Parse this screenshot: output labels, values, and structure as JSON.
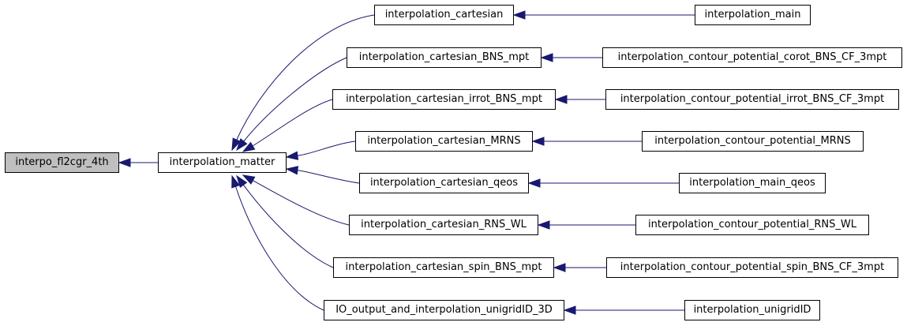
{
  "colors": {
    "edge": "#191970",
    "root_fill": "#bfbfbf",
    "node_fill": "#ffffff",
    "border": "#000000"
  },
  "nodes": {
    "root": "interpo_fl2cgr_4th",
    "matter": "interpolation_matter",
    "cartesian": "interpolation_cartesian",
    "main": "interpolation_main",
    "cart_bns_mpt": "interpolation_cartesian_BNS_mpt",
    "corot": "interpolation_contour_potential_corot_BNS_CF_3mpt",
    "cart_irrot": "interpolation_cartesian_irrot_BNS_mpt",
    "irrot": "interpolation_contour_potential_irrot_BNS_CF_3mpt",
    "cart_mrns": "interpolation_cartesian_MRNS",
    "mrns": "interpolation_contour_potential_MRNS",
    "cart_qeos": "interpolation_cartesian_qeos",
    "main_qeos": "interpolation_main_qeos",
    "cart_rns_wl": "interpolation_cartesian_RNS_WL",
    "rns_wl": "interpolation_contour_potential_RNS_WL",
    "cart_spin": "interpolation_cartesian_spin_BNS_mpt",
    "spin": "interpolation_contour_potential_spin_BNS_CF_3mpt",
    "io_output": "IO_output_and_interpolation_unigridID_3D",
    "unigrid": "interpolation_unigridID"
  }
}
